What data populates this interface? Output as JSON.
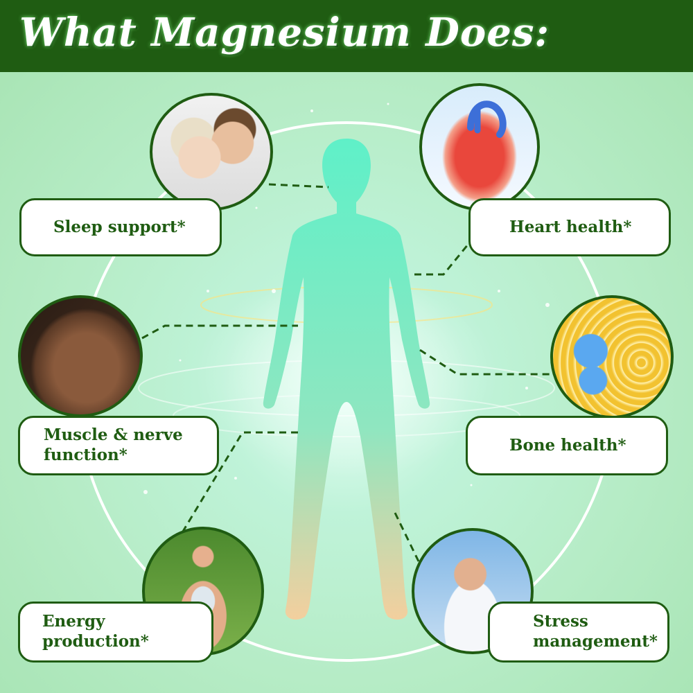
{
  "header": {
    "title": "What Magnesium Does:"
  },
  "benefits": {
    "sleep": {
      "label": "Sleep support*",
      "icon": "sleeping-couple-photo"
    },
    "heart": {
      "label": "Heart health*",
      "icon": "heart-organ-photo"
    },
    "muscle": {
      "label": "Muscle & nerve function*",
      "line1": "Muscle & nerve",
      "line2": "function*",
      "icon": "flexed-arm-photo"
    },
    "bone": {
      "label": "Bone health*",
      "icon": "bone-joint-photo"
    },
    "energy": {
      "label": "Energy production*",
      "line1": "Energy",
      "line2": "production*",
      "icon": "fit-woman-photo"
    },
    "stress": {
      "label": "Stress management*",
      "line1": "Stress",
      "line2": "management*",
      "icon": "relaxed-man-photo"
    }
  },
  "colors": {
    "brand_green": "#1f5c12",
    "background_mint": "#b6ecc6",
    "silhouette_top": "#5ff0c8",
    "silhouette_bottom": "#f3cf9e"
  }
}
